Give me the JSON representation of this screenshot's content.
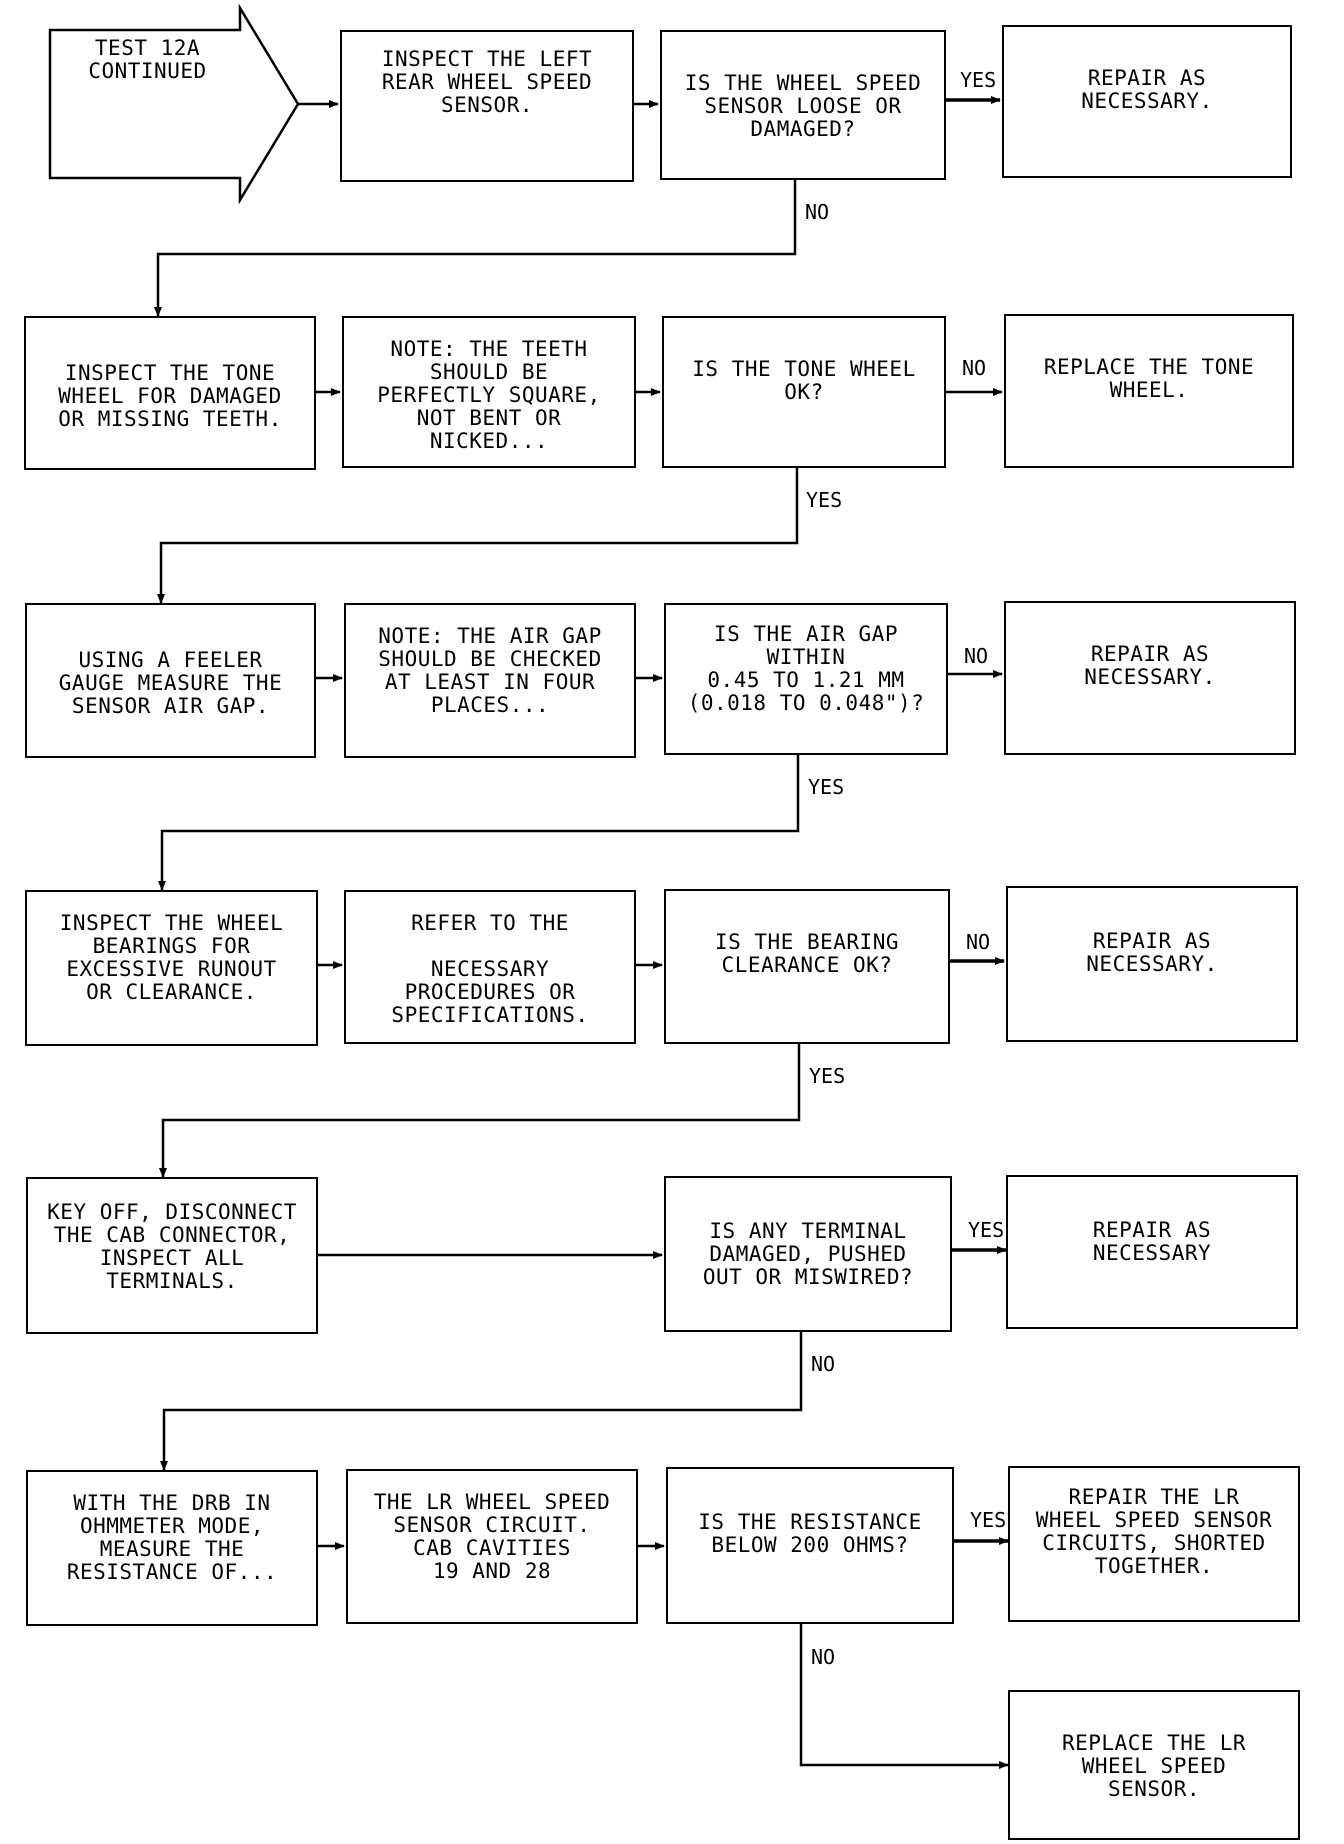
{
  "start": "TEST 12A\nCONTINUED",
  "rows": [
    {
      "action": "INSPECT THE LEFT\nREAR WHEEL SPEED\nSENSOR.",
      "question": "IS THE WHEEL SPEED\nSENSOR LOOSE OR\nDAMAGED?",
      "branch": "YES",
      "result": "REPAIR AS\nNECESSARY.",
      "continue": "NO"
    },
    {
      "action": "INSPECT THE TONE\nWHEEL FOR DAMAGED\nOR MISSING TEETH.",
      "note": "NOTE: THE TEETH\nSHOULD BE\nPERFECTLY SQUARE,\nNOT BENT OR\nNICKED...",
      "question": "IS THE TONE WHEEL\nOK?",
      "branch": "NO",
      "result": "REPLACE THE TONE\nWHEEL.",
      "continue": "YES"
    },
    {
      "action": "USING A FEELER\nGAUGE MEASURE THE\nSENSOR AIR GAP.",
      "note": "NOTE: THE AIR GAP\nSHOULD BE CHECKED\nAT LEAST IN FOUR\nPLACES...",
      "question": "IS THE AIR GAP\nWITHIN\n0.45 TO 1.21 MM\n(0.018 TO 0.048\")?",
      "branch": "NO",
      "result": "REPAIR AS\nNECESSARY.",
      "continue": "YES"
    },
    {
      "action": "INSPECT THE WHEEL\nBEARINGS FOR\nEXCESSIVE RUNOUT\nOR CLEARANCE.",
      "note": "REFER TO THE\n\nNECESSARY\nPROCEDURES OR\nSPECIFICATIONS.",
      "question": "IS THE BEARING\nCLEARANCE OK?",
      "branch": "NO",
      "result": "REPAIR AS\nNECESSARY.",
      "continue": "YES"
    },
    {
      "action": "KEY OFF, DISCONNECT\nTHE CAB CONNECTOR,\nINSPECT ALL\nTERMINALS.",
      "question": "IS ANY TERMINAL\nDAMAGED, PUSHED\nOUT OR MISWIRED?",
      "branch": "YES",
      "result": "REPAIR AS\nNECESSARY",
      "continue": "NO"
    },
    {
      "action": "WITH THE DRB IN\nOHMMETER MODE,\nMEASURE THE\nRESISTANCE OF...",
      "note": "THE LR WHEEL SPEED\nSENSOR CIRCUIT.\nCAB CAVITIES\n19 AND 28",
      "question": "IS THE RESISTANCE\nBELOW 200 OHMS?",
      "branch": "YES",
      "result": "REPAIR THE LR\nWHEEL SPEED SENSOR\nCIRCUITS, SHORTED\nTOGETHER.",
      "continue": "NO"
    }
  ],
  "final": "REPLACE THE LR\nWHEEL SPEED\nSENSOR."
}
